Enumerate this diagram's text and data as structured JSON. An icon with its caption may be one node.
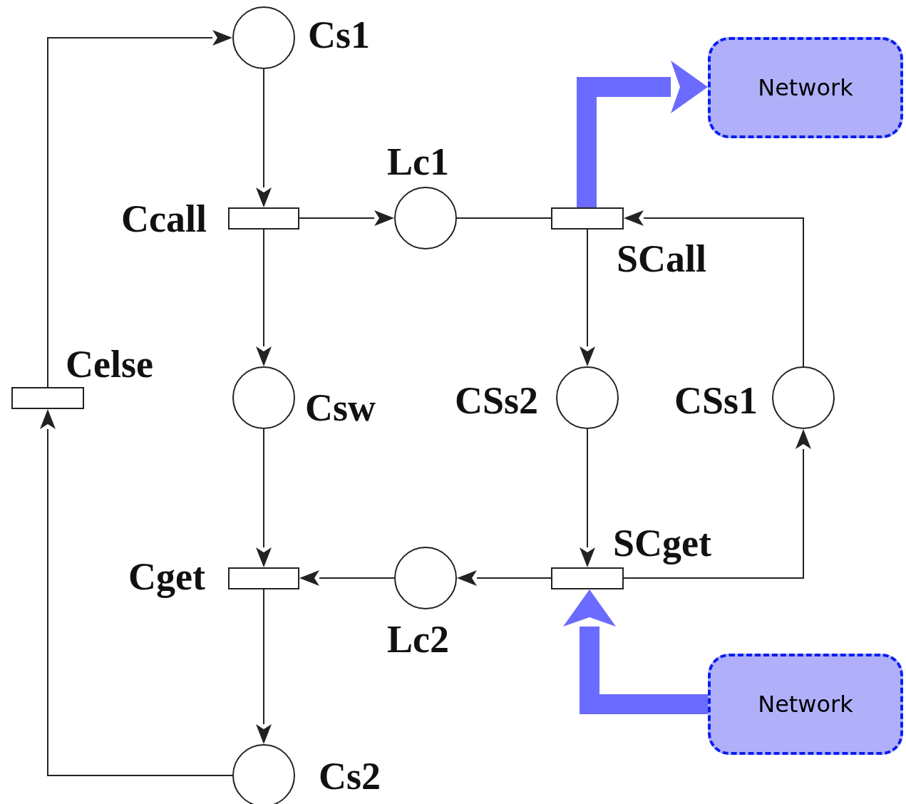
{
  "diagram": {
    "nodes": [
      {
        "text": [],
        "shape": "circle",
        "beside": [
          "Cs1"
        ]
      },
      {
        "text": [],
        "shape": "bar",
        "beside": [
          "Ccall"
        ]
      },
      {
        "text": [],
        "shape": "circle",
        "beside": [
          "Lc1"
        ]
      },
      {
        "text": [],
        "shape": "bar",
        "beside": [
          "SCall"
        ]
      },
      {
        "text": [
          "Network"
        ]
      },
      {
        "text": [],
        "shape": "bar",
        "beside": [
          "Celse"
        ]
      },
      {
        "text": [],
        "shape": "circle",
        "beside": [
          "Csw"
        ]
      },
      {
        "text": [],
        "shape": "circle",
        "beside": [
          "CSs2"
        ]
      },
      {
        "text": [],
        "shape": "circle",
        "beside": [
          "CSs1"
        ]
      },
      {
        "text": [],
        "shape": "bar",
        "beside": [
          "Cget"
        ]
      },
      {
        "text": [],
        "shape": "circle",
        "beside": [
          "Lc2"
        ]
      },
      {
        "text": [],
        "shape": "bar",
        "beside": [
          "SCget"
        ]
      },
      {
        "text": [
          "Network"
        ]
      },
      {
        "text": [],
        "shape": "circle",
        "beside": [
          "Cs2"
        ]
      }
    ],
    "edges": [
      {
        "from": 0,
        "to": 1,
        "arrow": "to"
      },
      {
        "from": 1,
        "to": 2,
        "arrow": "to"
      },
      {
        "from": 2,
        "to": 3,
        "arrow": "none"
      },
      {
        "from": 8,
        "to": 3,
        "arrow": "to"
      },
      {
        "from": 3,
        "to": 7,
        "arrow": "to"
      },
      {
        "from": 3,
        "to": 4,
        "arrow": "to",
        "style": "thick",
        "color": "#6b6bff"
      },
      {
        "from": 1,
        "to": 6,
        "arrow": "to"
      },
      {
        "from": 6,
        "to": 9,
        "arrow": "to"
      },
      {
        "from": 11,
        "to": 10,
        "arrow": "to"
      },
      {
        "from": 10,
        "to": 9,
        "arrow": "to"
      },
      {
        "from": 7,
        "to": 11,
        "arrow": "to"
      },
      {
        "from": 11,
        "to": 8,
        "arrow": "to"
      },
      {
        "from": 12,
        "to": 11,
        "arrow": "to",
        "style": "thick",
        "color": "#6b6bff"
      },
      {
        "from": 9,
        "to": 13,
        "arrow": "to"
      },
      {
        "from": 13,
        "to": 5,
        "arrow": "to"
      },
      {
        "from": 5,
        "to": 0,
        "arrow": "to"
      }
    ]
  }
}
